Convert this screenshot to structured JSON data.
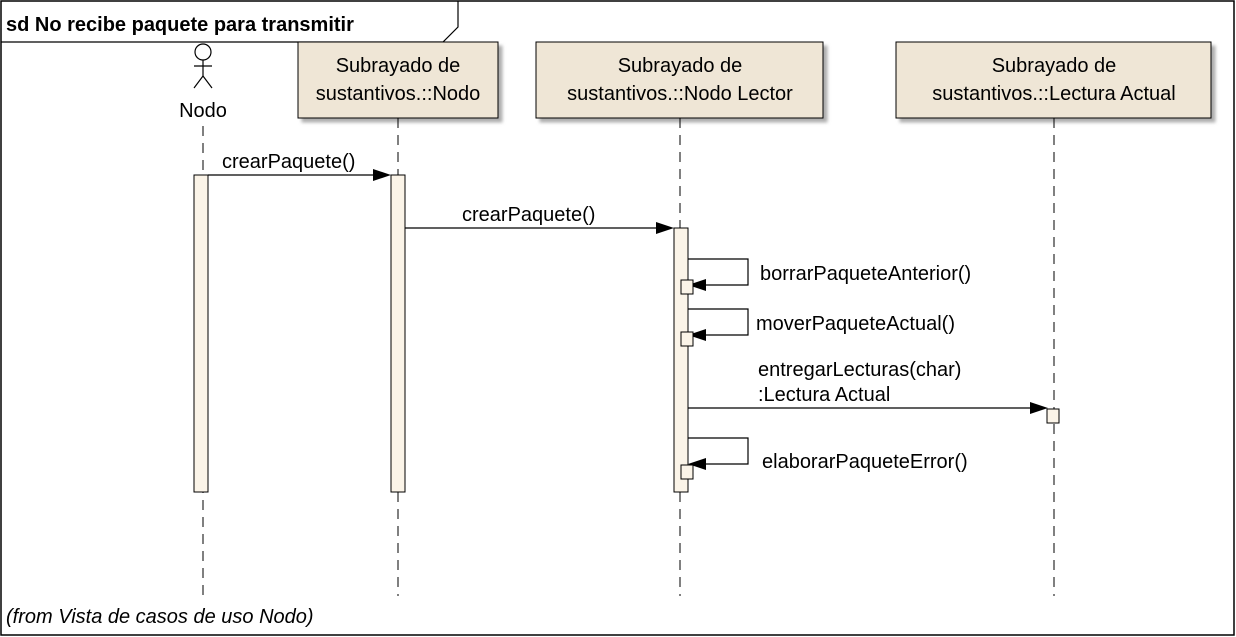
{
  "frame": {
    "title": "sd No recibe paquete para transmitir",
    "footer": "(from Vista de casos de uso Nodo)"
  },
  "actor": {
    "name": "Nodo"
  },
  "lifelines": [
    {
      "line1": "Subrayado de",
      "line2": "sustantivos.::Nodo"
    },
    {
      "line1": "Subrayado de",
      "line2": "sustantivos.::Nodo Lector"
    },
    {
      "line1": "Subrayado de",
      "line2": "sustantivos.::Lectura Actual"
    }
  ],
  "messages": [
    {
      "label": "crearPaquete()"
    },
    {
      "label": "crearPaquete()"
    },
    {
      "label": "borrarPaqueteAnterior()"
    },
    {
      "label": "moverPaqueteActual()"
    },
    {
      "label": "entregarLecturas(char)",
      "label2": ":Lectura Actual"
    },
    {
      "label": "elaborarPaqueteError()"
    }
  ],
  "colors": {
    "lifeline_fill": "#efe6d6",
    "activation_fill": "#fbf4e8",
    "line": "#000000"
  }
}
